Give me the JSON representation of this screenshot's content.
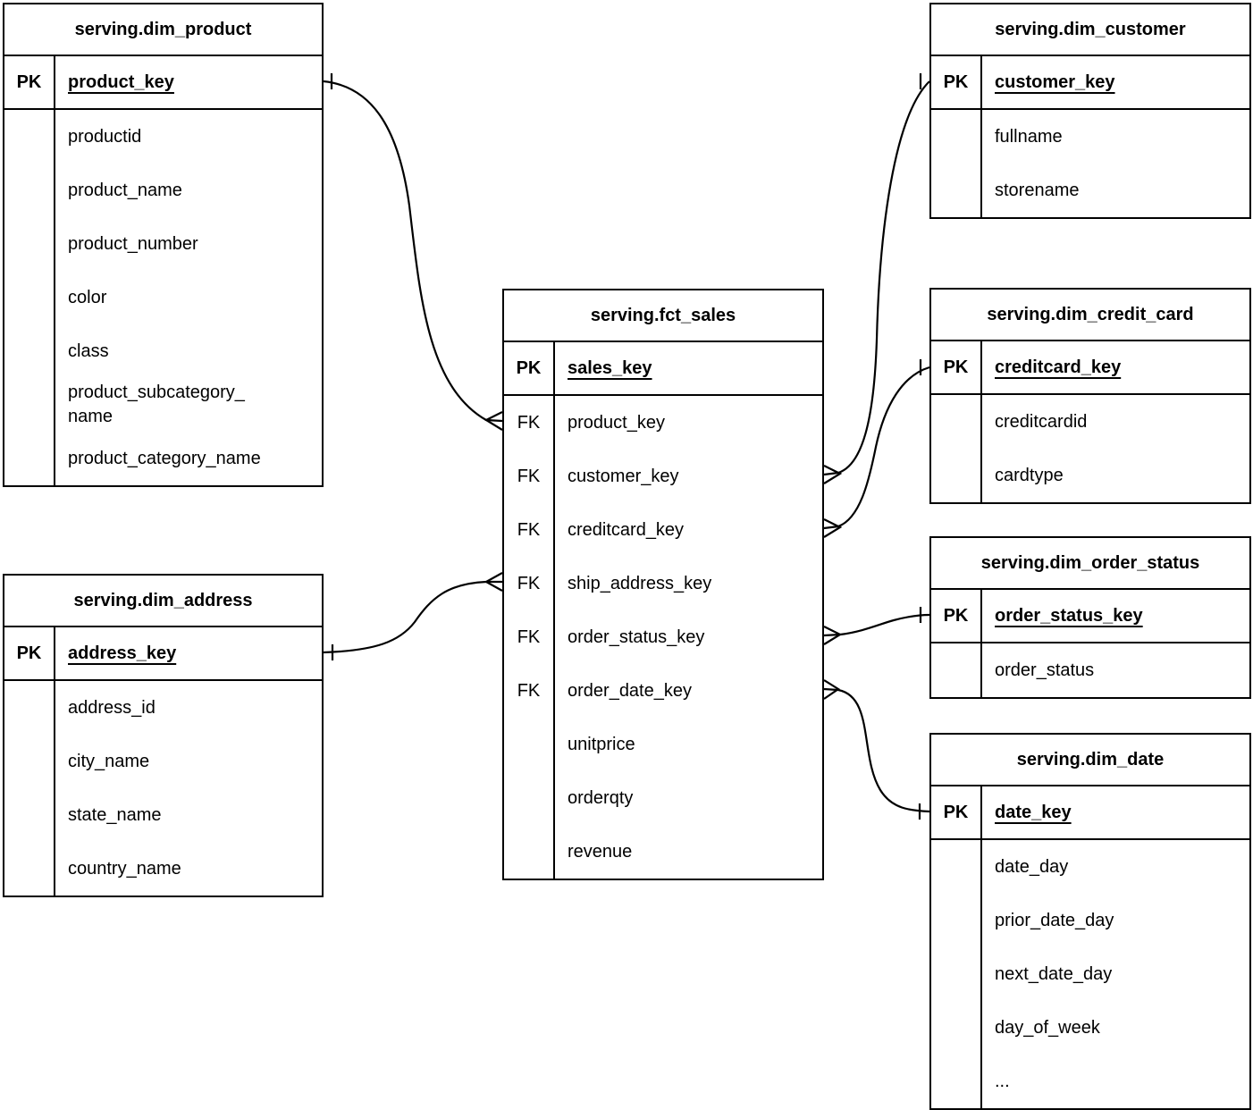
{
  "diagram": {
    "tables": [
      {
        "title": "serving.dim_product",
        "pk": {
          "badge": "PK",
          "field": "product_key"
        },
        "fields": [
          {
            "key": "",
            "name": "productid"
          },
          {
            "key": "",
            "name": "product_name"
          },
          {
            "key": "",
            "name": "product_number"
          },
          {
            "key": "",
            "name": "color"
          },
          {
            "key": "",
            "name": "class"
          },
          {
            "key": "",
            "name": "product_subcategory_\nname"
          },
          {
            "key": "",
            "name": "product_category_name"
          }
        ]
      },
      {
        "title": "serving.dim_address",
        "pk": {
          "badge": "PK",
          "field": "address_key"
        },
        "fields": [
          {
            "key": "",
            "name": "address_id"
          },
          {
            "key": "",
            "name": "city_name"
          },
          {
            "key": "",
            "name": "state_name"
          },
          {
            "key": "",
            "name": "country_name"
          }
        ]
      },
      {
        "title": "serving.fct_sales",
        "pk": {
          "badge": "PK",
          "field": "sales_key"
        },
        "fields": [
          {
            "key": "FK",
            "name": "product_key"
          },
          {
            "key": "FK",
            "name": "customer_key"
          },
          {
            "key": "FK",
            "name": "creditcard_key"
          },
          {
            "key": "FK",
            "name": "ship_address_key"
          },
          {
            "key": "FK",
            "name": "order_status_key"
          },
          {
            "key": "FK",
            "name": "order_date_key"
          },
          {
            "key": "",
            "name": "unitprice"
          },
          {
            "key": "",
            "name": "orderqty"
          },
          {
            "key": "",
            "name": "revenue"
          }
        ]
      },
      {
        "title": "serving.dim_customer",
        "pk": {
          "badge": "PK",
          "field": "customer_key"
        },
        "fields": [
          {
            "key": "",
            "name": "fullname"
          },
          {
            "key": "",
            "name": "storename"
          }
        ]
      },
      {
        "title": "serving.dim_credit_card",
        "pk": {
          "badge": "PK",
          "field": "creditcard_key"
        },
        "fields": [
          {
            "key": "",
            "name": "creditcardid"
          },
          {
            "key": "",
            "name": "cardtype"
          }
        ]
      },
      {
        "title": "serving.dim_order_status",
        "pk": {
          "badge": "PK",
          "field": "order_status_key"
        },
        "fields": [
          {
            "key": "",
            "name": "order_status"
          }
        ]
      },
      {
        "title": "serving.dim_date",
        "pk": {
          "badge": "PK",
          "field": "date_key"
        },
        "fields": [
          {
            "key": "",
            "name": "date_day"
          },
          {
            "key": "",
            "name": "prior_date_day"
          },
          {
            "key": "",
            "name": "next_date_day"
          },
          {
            "key": "",
            "name": "day_of_week"
          },
          {
            "key": "",
            "name": "..."
          }
        ]
      }
    ],
    "relationships": [
      {
        "from_table": "serving.fct_sales",
        "from_field": "product_key",
        "to_table": "serving.dim_product",
        "to_field": "product_key",
        "cardinality": "many-to-one"
      },
      {
        "from_table": "serving.fct_sales",
        "from_field": "customer_key",
        "to_table": "serving.dim_customer",
        "to_field": "customer_key",
        "cardinality": "many-to-one"
      },
      {
        "from_table": "serving.fct_sales",
        "from_field": "creditcard_key",
        "to_table": "serving.dim_credit_card",
        "to_field": "creditcard_key",
        "cardinality": "many-to-one"
      },
      {
        "from_table": "serving.fct_sales",
        "from_field": "ship_address_key",
        "to_table": "serving.dim_address",
        "to_field": "address_key",
        "cardinality": "many-to-one"
      },
      {
        "from_table": "serving.fct_sales",
        "from_field": "order_status_key",
        "to_table": "serving.dim_order_status",
        "to_field": "order_status_key",
        "cardinality": "many-to-one"
      },
      {
        "from_table": "serving.fct_sales",
        "from_field": "order_date_key",
        "to_table": "serving.dim_date",
        "to_field": "date_key",
        "cardinality": "many-to-one"
      }
    ],
    "line_color": "#000000",
    "background_color": "#ffffff"
  }
}
